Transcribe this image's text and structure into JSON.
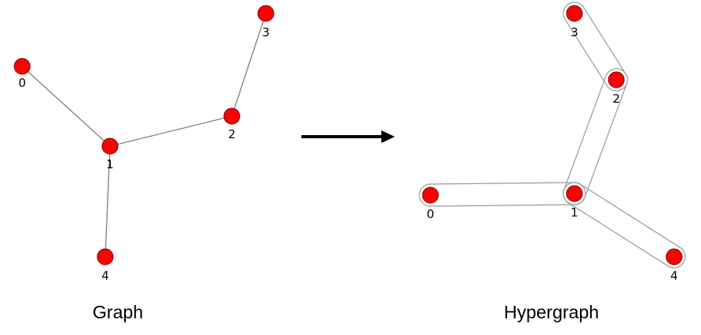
{
  "graph": {
    "caption": "Graph",
    "nodes": [
      {
        "id": "0",
        "label": "0"
      },
      {
        "id": "1",
        "label": "1"
      },
      {
        "id": "2",
        "label": "2"
      },
      {
        "id": "3",
        "label": "3"
      },
      {
        "id": "4",
        "label": "4"
      }
    ],
    "edges": [
      [
        "0",
        "1"
      ],
      [
        "1",
        "2"
      ],
      [
        "2",
        "3"
      ],
      [
        "1",
        "4"
      ]
    ]
  },
  "hypergraph": {
    "caption": "Hypergraph",
    "nodes": [
      {
        "id": "0",
        "label": "0"
      },
      {
        "id": "1",
        "label": "1"
      },
      {
        "id": "2",
        "label": "2"
      },
      {
        "id": "3",
        "label": "3"
      },
      {
        "id": "4",
        "label": "4"
      }
    ],
    "hyperedges": [
      [
        "0",
        "1"
      ],
      [
        "1",
        "2"
      ],
      [
        "2",
        "3"
      ],
      [
        "1",
        "4"
      ]
    ]
  },
  "colors": {
    "node_fill": "#ff0000",
    "node_stroke": "#7a0000",
    "edge": "#808080",
    "hyperedge_outline": "#9a9a9a",
    "arrow": "#000000"
  }
}
